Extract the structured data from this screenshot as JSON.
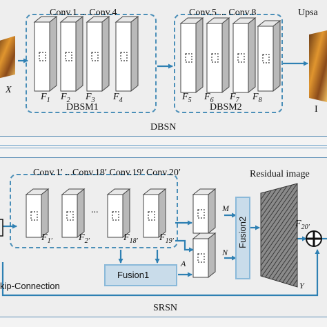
{
  "colors": {
    "arrow": "#2e80b3",
    "dash": "#4b8fb8",
    "box": "#8ab9d9",
    "panel_border": "#5a8db5"
  },
  "dbsn": {
    "conv_group1": "Conv.1 ... Conv.4",
    "conv_group2": "Conv.5 ... Conv.8",
    "upsample": "Upsa",
    "input": "X",
    "features_g1": [
      "F",
      "F",
      "F",
      "F"
    ],
    "subs_g1": [
      "1",
      "2",
      "3",
      "4"
    ],
    "features_g2": [
      "F",
      "F",
      "F",
      "F"
    ],
    "subs_g2": [
      "5",
      "6",
      "7",
      "8"
    ],
    "module1": "DBSM1",
    "module2": "DBSM2",
    "network": "DBSN",
    "output_partial": "I"
  },
  "srsn": {
    "conv_labels": "Conv.1′ ...Conv.18′ Conv.19′ Conv.20′",
    "residual": "Residual image",
    "dots": "...",
    "features": [
      {
        "f": "F",
        "sub": "1′"
      },
      {
        "f": "F",
        "sub": "2′"
      },
      {
        "f": "F",
        "sub": "18′"
      },
      {
        "f": "F",
        "sub": "19′"
      }
    ],
    "f20": {
      "f": "F",
      "sub": "20′"
    },
    "m": "M",
    "n": "N",
    "a": "A",
    "y": "Y",
    "fusion1": "Fusion1",
    "fusion2": "Fusion2",
    "skip": "kip-Connection",
    "network": "SRSN"
  }
}
